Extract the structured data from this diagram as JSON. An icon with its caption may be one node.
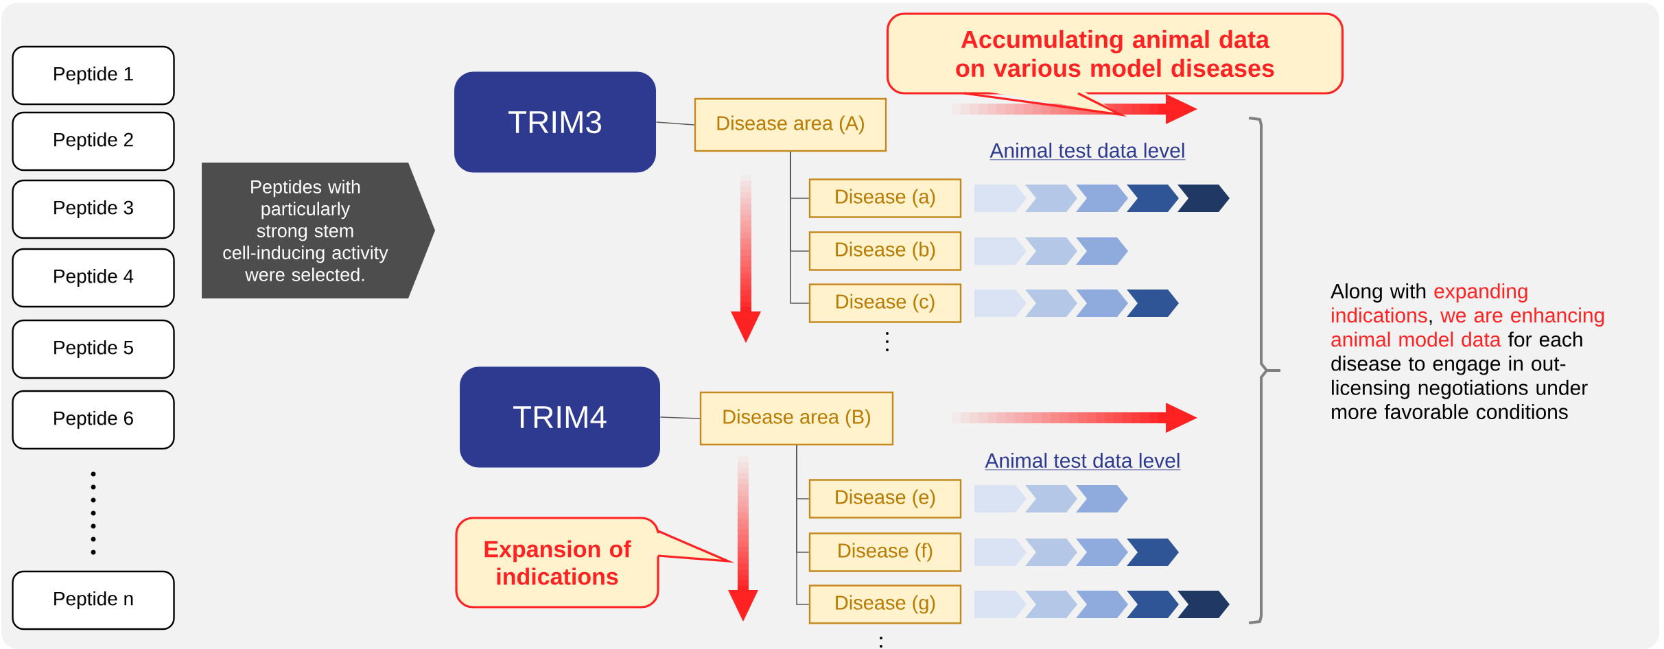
{
  "diagram": {
    "nodes": [
      {
        "text": [
          "Peptide 1"
        ]
      },
      {
        "text": [
          "Peptide 2"
        ]
      },
      {
        "text": [
          "Peptide 3"
        ]
      },
      {
        "text": [
          "Peptide 4"
        ]
      },
      {
        "text": [
          "Peptide 5"
        ]
      },
      {
        "text": [
          "Peptide 6"
        ]
      },
      {
        "text": [
          "Peptide n"
        ]
      },
      {
        "text": [
          "Peptides with particularly strong stem cell-inducing activity were selected."
        ]
      },
      {
        "text": [
          "TRIM3"
        ]
      },
      {
        "text": [
          "Disease area (A)"
        ]
      },
      {
        "text": [
          "Disease (a)"
        ]
      },
      {
        "text": [
          "Disease (b)"
        ]
      },
      {
        "text": [
          "Disease (c)"
        ]
      },
      {
        "text": [
          "TRIM4"
        ]
      },
      {
        "text": [
          "Disease area (B)"
        ]
      },
      {
        "text": [
          "Disease (e)"
        ]
      },
      {
        "text": [
          "Disease (f)"
        ]
      },
      {
        "text": [
          "Disease (g)"
        ]
      },
      {
        "text": [
          "Accumulating animal data on various model diseases"
        ]
      },
      {
        "text": [
          "Expansion of indications"
        ]
      }
    ],
    "edges": [
      {
        "from": 8,
        "to": 9,
        "arrow": "none"
      },
      {
        "from": 9,
        "to": 10,
        "arrow": "none"
      },
      {
        "from": 9,
        "to": 11,
        "arrow": "none"
      },
      {
        "from": 9,
        "to": 12,
        "arrow": "none"
      },
      {
        "from": 13,
        "to": 14,
        "arrow": "none"
      },
      {
        "from": 14,
        "to": 15,
        "arrow": "none"
      },
      {
        "from": 14,
        "to": 16,
        "arrow": "none"
      },
      {
        "from": 14,
        "to": 17,
        "arrow": "none"
      }
    ],
    "labels": [
      "Animal test data level",
      "Animal test data level",
      "Along with",
      "expanding indications",
      ",",
      "we are enhancing animal model data",
      "for each disease to engage in out-licensing negotiations under more favorable conditions"
    ]
  }
}
